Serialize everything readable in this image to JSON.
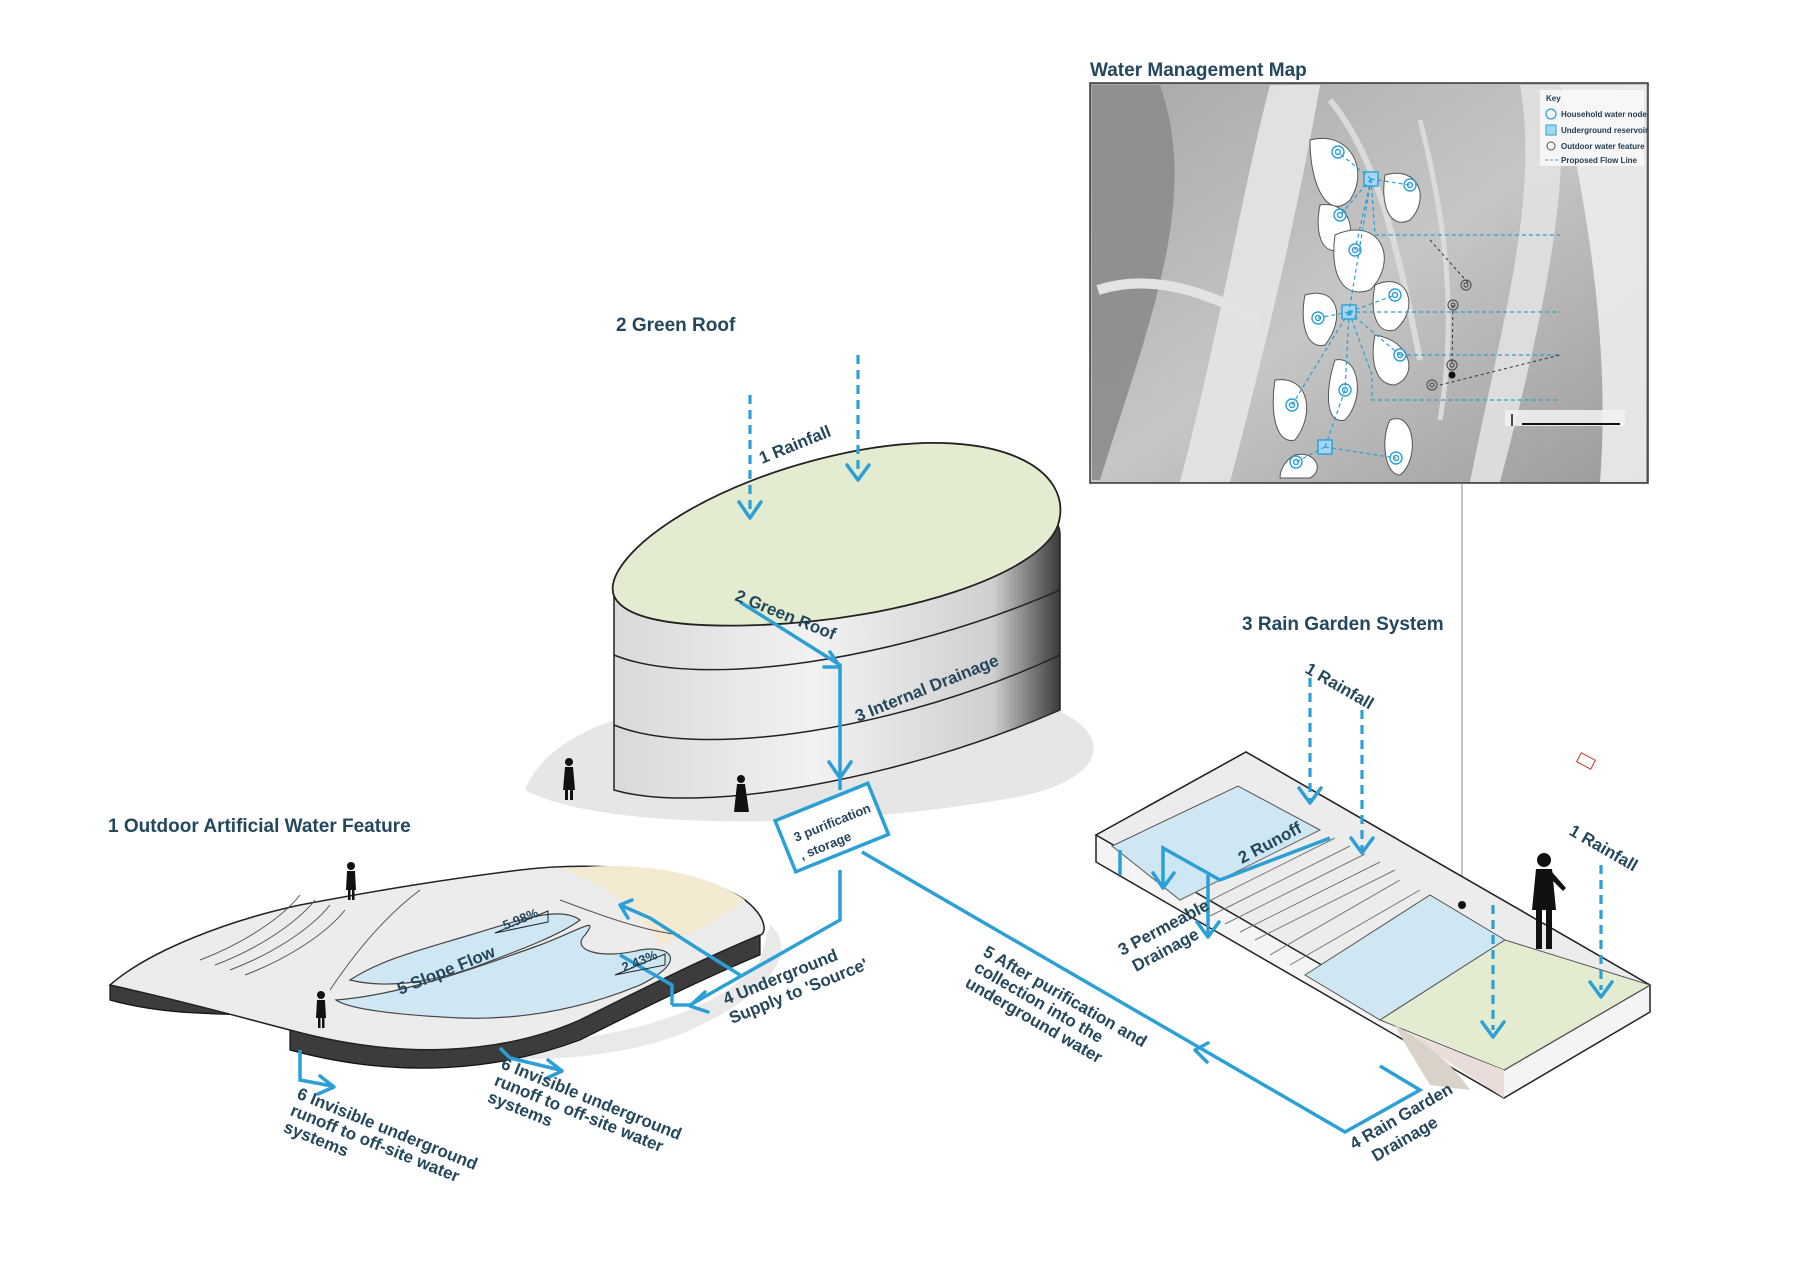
{
  "titles": {
    "map": "Water Management Map",
    "green_roof": "2 Green Roof",
    "rain_garden": "3 Rain Garden System",
    "water_feature": "1 Outdoor Artificial Water Feature"
  },
  "map_key": {
    "heading": "Key",
    "items": [
      "Household water node",
      "Underground reservoir",
      "Outdoor water feature",
      "Proposed Flow Line"
    ]
  },
  "labels": {
    "rainfall_roof": "1 Rainfall",
    "green_roof": "2 Green Roof",
    "internal_drainage": "3 Internal Drainage",
    "purification_line1": "3 purification",
    "purification_line2": ", storage",
    "underground_supply_line1": "4 Underground",
    "underground_supply_line2": "Supply to 'Source'",
    "slope_flow": "5 Slope Flow",
    "slope_1": "5.98%",
    "slope_2": "2.43%",
    "invisible_left": [
      "6 Invisible underground",
      "runoff to off-site water",
      "systems"
    ],
    "invisible_right": [
      "6 Invisible underground",
      "runoff to off-site water",
      "systems"
    ],
    "after_purification": [
      "5 After purification and",
      "collection into the",
      "underground water"
    ],
    "rainfall_garden": "1 Rainfall",
    "runoff": "2 Runoff",
    "permeable_line1": "3 Permeable",
    "permeable_line2": "Drainage",
    "rain_garden_drainage_line1": "4 Rain Garden",
    "rain_garden_drainage_line2": "Drainage",
    "rainfall_right": "1 Rainfall"
  },
  "colors": {
    "flow": "#2b9fd6",
    "title": "#24475c",
    "roof": "#e3ecd0",
    "water": "#cfe6f3"
  }
}
